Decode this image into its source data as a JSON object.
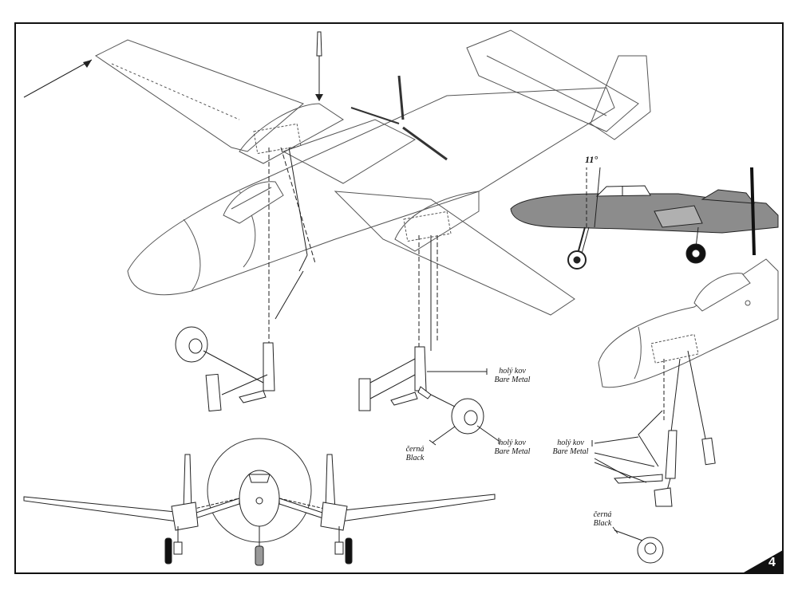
{
  "labels": {
    "bare_metal_cz": "holý kov",
    "bare_metal_en": "Bare Metal",
    "black_cz": "černá",
    "black_en": "Black"
  },
  "angle": "11°",
  "page_number": "4",
  "colors": {
    "line": "#222222",
    "profile_fill": "#8c8c8c",
    "outline_light": "#555555"
  },
  "icons": {
    "page_corner": "page-corner-triangle"
  }
}
